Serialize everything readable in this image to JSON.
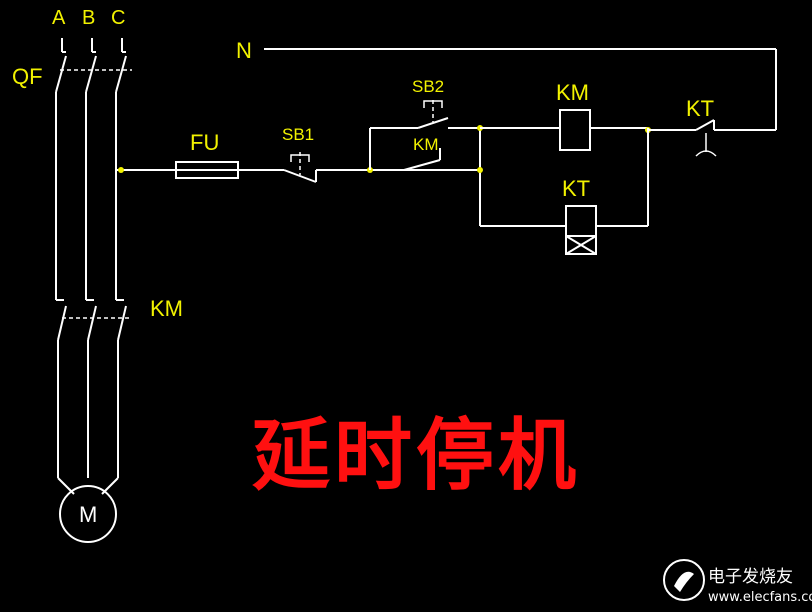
{
  "labels": {
    "phase_a": "A",
    "phase_b": "B",
    "phase_c": "C",
    "qf": "QF",
    "neutral": "N",
    "fuse": "FU",
    "sb1": "SB1",
    "sb2": "SB2",
    "km_hold": "KM",
    "km_coil": "KM",
    "kt_coil": "KT",
    "kt_contact": "KT",
    "km_main": "KM",
    "motor": "M"
  },
  "title": "延时停机",
  "watermark": {
    "text": "电子发烧友",
    "url": "www.elecfans.com"
  },
  "colors": {
    "background": "#000000",
    "wire": "#ffffff",
    "label": "#f2f200",
    "title": "#ff1010"
  }
}
